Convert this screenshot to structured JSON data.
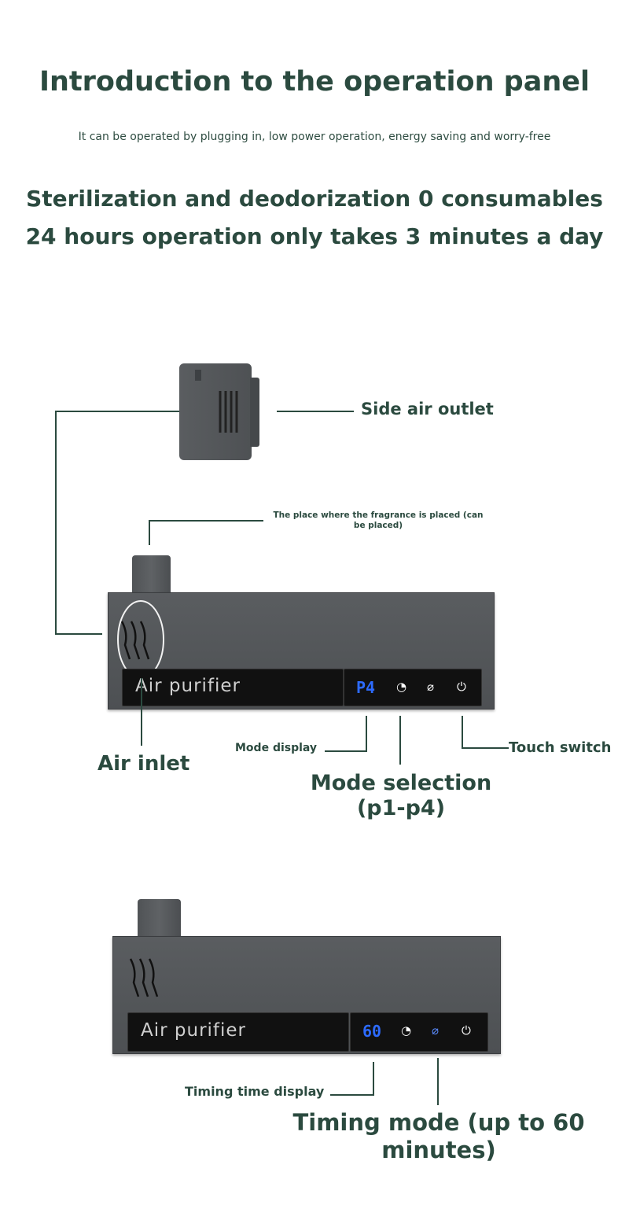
{
  "header": {
    "title": "Introduction to the operation panel",
    "subtitle": "It can be operated by plugging in, low power operation, energy saving and worry-free",
    "line1": "Sterilization and deodorization 0 consumables",
    "line2": "24 hours operation only takes 3 minutes a day"
  },
  "diagram1": {
    "side_outlet": "Side air outlet",
    "fragrance": "The place where the fragrance is placed (can be placed)",
    "device_name": "Air purifier",
    "display": "P4",
    "air_inlet": "Air inlet",
    "mode_display": "Mode display",
    "mode_selection_1": "Mode selection",
    "mode_selection_2": "(p1-p4)",
    "touch_switch": "Touch switch"
  },
  "diagram2": {
    "device_name": "Air purifier",
    "display": "60",
    "timing_display": "Timing time display",
    "timing_mode_1": "Timing mode (up to 60",
    "timing_mode_2": "minutes)"
  },
  "icons": {
    "mode": "◔",
    "timer": "⌀",
    "power": "⏻"
  },
  "colors": {
    "text": "#2b4a3f",
    "display": "#2d6bff",
    "device": "#55585b"
  }
}
